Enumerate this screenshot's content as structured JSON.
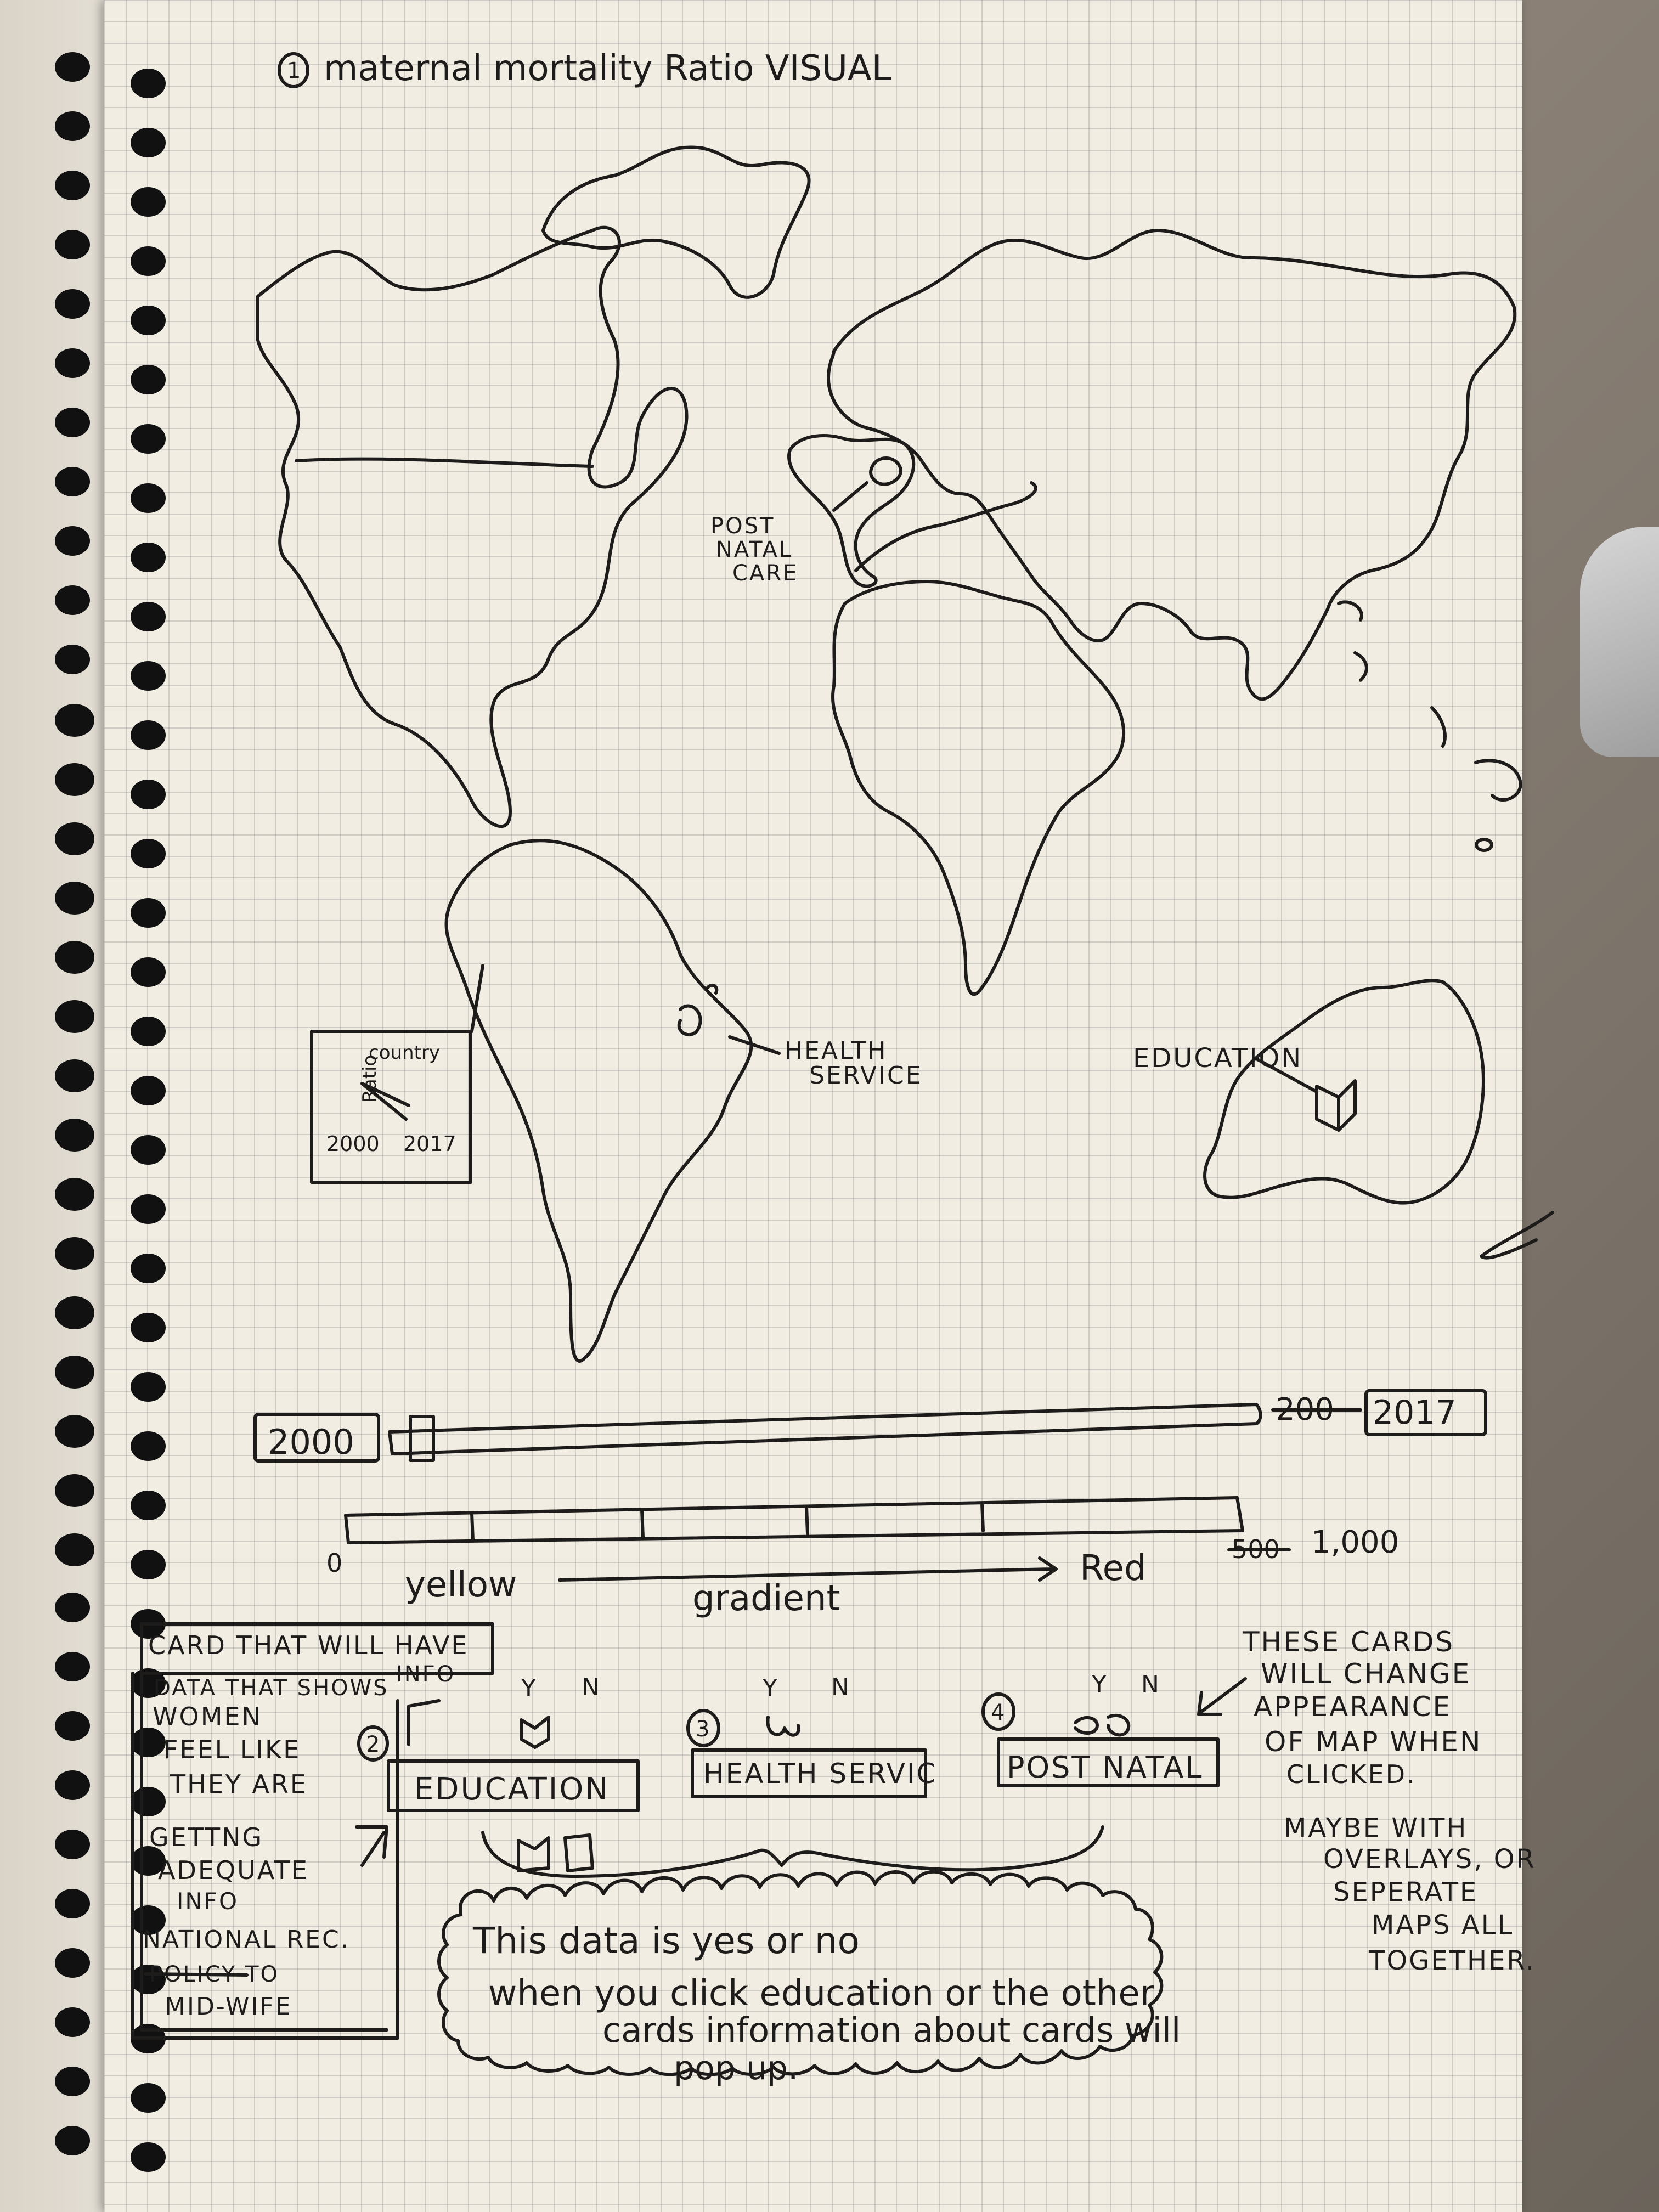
{
  "sketch": {
    "title_number": "1",
    "title": "maternal mortality Ratio VISUAL",
    "map_labels": {
      "post_natal_care": [
        "POST",
        "NATAL",
        "CARE"
      ],
      "health_service": [
        "HEALTH",
        "SERVICE"
      ],
      "education": "EDUCATION"
    },
    "inset_chart": {
      "ylabel": "Ratio",
      "label": "country",
      "x_start": "2000",
      "x_end": "2017"
    },
    "timeline": {
      "start_label": "2000",
      "crossed_label": "200",
      "end_label": "2017"
    },
    "color_scale": {
      "min_label": "0",
      "crossed_max": "500",
      "max_label": "1,000",
      "start_color_word": "yellow",
      "middle_word": "gradient",
      "end_color_word": "Red"
    },
    "info_card": {
      "heading": "CARD THAT WILL HAVE",
      "heading_2": "INFO",
      "lines": [
        "DATA THAT SHOWS",
        "WOMEN",
        "FEEL LIKE",
        "THEY ARE",
        "GETTNG",
        "ADEQUATE",
        "INFO",
        "NATIONAL REC.",
        "POLICY TO",
        "MID-WIFE"
      ]
    },
    "cards": [
      {
        "number": "2",
        "label": "EDUCATION",
        "yes": "Y",
        "no": "N"
      },
      {
        "number": "3",
        "label": "HEALTH SERVIC",
        "yes": "Y",
        "no": "N"
      },
      {
        "number": "4",
        "label": "POST NATAL",
        "yes": "Y",
        "no": "N"
      }
    ],
    "cards_note": [
      "THESE CARDS",
      "WILL CHANGE",
      "APPEARANCE",
      "OF MAP WHEN",
      "CLICKED.",
      "MAYBE WITH",
      "OVERLAYS, OR",
      "SEPERATE",
      "MAPS ALL",
      "TOGETHER."
    ],
    "cloud_note": [
      "This data is yes or no",
      "when you click education or the other",
      "cards information about cards will",
      "pop up."
    ]
  },
  "colors": {
    "ink": "#1e1c1a",
    "paper": "#f1ede3",
    "grid": "#9a9a9a"
  }
}
